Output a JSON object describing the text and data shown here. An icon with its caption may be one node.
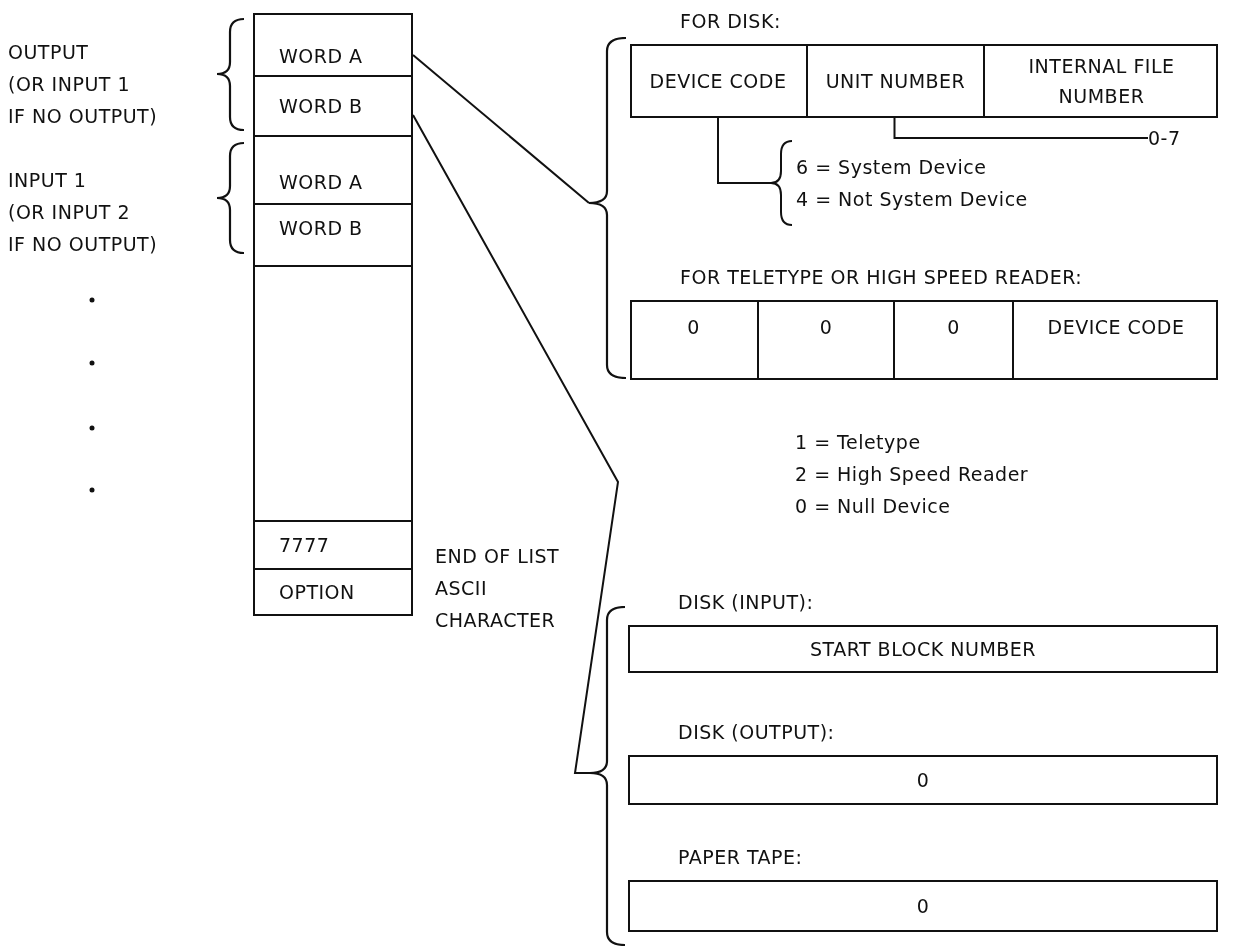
{
  "diagram": {
    "nodes": [
      {
        "text": [
          "WORD A"
        ]
      },
      {
        "text": [
          "WORD B"
        ]
      },
      {
        "text": [
          "WORD A"
        ]
      },
      {
        "text": [
          "WORD B"
        ]
      },
      {
        "text": [],
        "shape": "box"
      },
      {
        "text": [
          "7777"
        ],
        "beside": [
          "END OF LIST"
        ]
      },
      {
        "text": [
          "OPTION"
        ],
        "beside": [
          "ASCII CHARACTER"
        ]
      },
      {
        "text": [],
        "shape": "brace"
      },
      {
        "text": [
          "FOR DISK:"
        ]
      },
      {
        "text": [
          "DEVICE CODE"
        ],
        "in": 8
      },
      {
        "text": [
          "UNIT NUMBER"
        ],
        "in": 8
      },
      {
        "text": [
          "INTERNAL FILE NUMBER"
        ],
        "in": 8
      },
      {
        "text": [
          "0-7"
        ]
      },
      {
        "text": [
          "6 = System Device",
          "4 = Not System Device"
        ]
      },
      {
        "text": [
          "FOR TELETYPE OR HIGH SPEED READER:"
        ]
      },
      {
        "text": [
          "0"
        ],
        "in": 14
      },
      {
        "text": [
          "0"
        ],
        "in": 14
      },
      {
        "text": [
          "0"
        ],
        "in": 14
      },
      {
        "text": [
          "DEVICE CODE"
        ],
        "in": 14
      },
      {
        "text": [],
        "shape": "brace"
      },
      {
        "text": [
          "DISK (INPUT):",
          "START BLOCK NUMBER"
        ]
      },
      {
        "text": [
          "DISK (OUTPUT):",
          "0"
        ]
      },
      {
        "text": [
          "PAPER TAPE:",
          "0"
        ]
      }
    ],
    "edges": [
      {
        "from": 0,
        "to": 7,
        "arrow": "none"
      },
      {
        "from": 1,
        "to": 19,
        "arrow": "none"
      },
      {
        "from": 12,
        "to": 10,
        "arrow": "none"
      },
      {
        "from": 13,
        "to": 9,
        "arrow": "none"
      }
    ],
    "labels": [
      "OUTPUT (OR INPUT 1 IF NO OUTPUT)",
      "INPUT 1 (OR INPUT 2 IF NO OUTPUT)",
      "1 = Teletype",
      "2 = High Speed Reader",
      "0 = Null Device"
    ]
  }
}
